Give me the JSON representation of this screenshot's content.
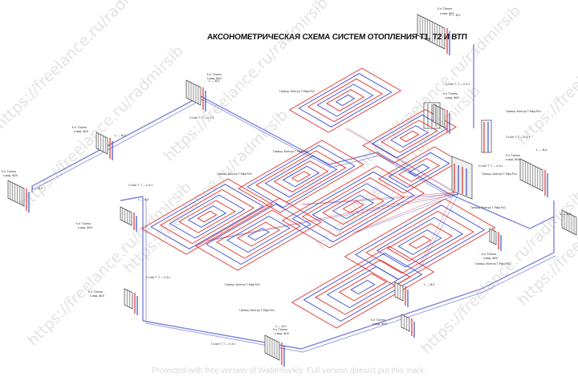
{
  "title": "АКСОНОМЕТРИЧЕСКАЯ СХЕМА СИСТЕМ ОТОПЛЕНИЯ Т1, Т2 И ВТП",
  "footer": "Protected with free version of Watermarkly. Full version doesn't put this mark.",
  "watermark": "https://freelance.ru/radmirsib",
  "colors": {
    "supply": "#e0302a",
    "return": "#3a4fd0",
    "main_pipe": "#7f86d8",
    "structure": "#777777"
  },
  "radiator_label": "Е-н Т1wmo",
  "radiator_sub": "к-вод. Ф20",
  "loop_label": "Греющ. Контур Т-Рфд PLG",
  "riser_label": "Ст-Ын Т. Т — н.З.з",
  "pipe_label": "L — 8,0"
}
